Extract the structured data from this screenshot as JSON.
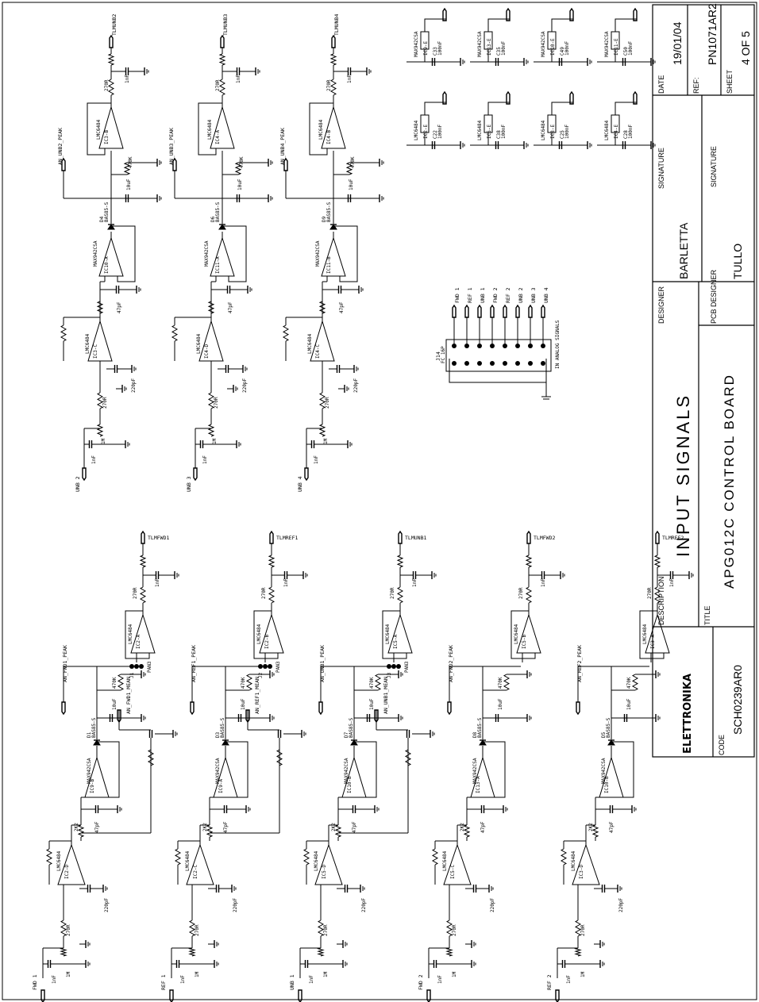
{
  "title_block": {
    "description_label": "DESCRIPTION",
    "description": "INPUT SIGNALS",
    "title_label": "TITLE",
    "title": "APG012C CONTROL BOARD",
    "code_label": "CODE",
    "code": "SCH0239AR0",
    "designer_label": "DESIGNER",
    "designer": "BARLETTA",
    "pcb_designer_label": "PCB DESIGNER",
    "pcb_designer": "TULLO",
    "signature_label": "SIGNATURE",
    "date_label": "DATE",
    "date": "19/01/04",
    "ref_label": "REF:",
    "ref": "PN1071AR2",
    "sheet_label": "SHEET",
    "sheet": "4 OF 5",
    "logo": "ELETTRONIKA"
  },
  "connector": {
    "name": "J14",
    "type": "FC 16P",
    "caption": "IN ANALOG SIGNALS",
    "pins": [
      "FWD 1",
      "REF 1",
      "UNB 1",
      "FWD 2",
      "REF 2",
      "UNB 2",
      "UNB 3",
      "UNB 4"
    ]
  },
  "channels_left": [
    {
      "input": "FWD 1",
      "peak": "AN_FWD1_PEAK",
      "mean": "AN_FWD1_MEAN",
      "tlm": "TLMFWD1",
      "amp": "IC2-D",
      "buf": "IC2-A",
      "cmp": "IC9-B",
      "diode": "D1",
      "jmp": "J1",
      "pan": "PAN3"
    },
    {
      "input": "REF 1",
      "peak": "AN_REF1_PEAK",
      "mean": "AN_REF1_MEAN",
      "tlm": "TLMREF1",
      "amp": "IC2-C",
      "buf": "IC2-B",
      "cmp": "IC9-A",
      "diode": "D3",
      "jmp": "J2",
      "pan": "PAN3"
    },
    {
      "input": "UNB 1",
      "peak": "AN_UNB1_PEAK",
      "mean": "AN_UNB1_MEAN",
      "tlm": "TLMUNB1",
      "amp": "IC5-D",
      "buf": "IC5-A",
      "cmp": "IC10-B",
      "diode": "D7",
      "jmp": "J3",
      "pan": "PAN3"
    },
    {
      "input": "FWD 2",
      "peak": "AN_FWD2_PEAK",
      "mean": "",
      "tlm": "TLMFWD2",
      "amp": "IC5-C",
      "buf": "IC5-B",
      "cmp": "IC13-A",
      "diode": "D8",
      "jmp": "",
      "pan": ""
    },
    {
      "input": "REF 2",
      "peak": "AN_REF2_PEAK",
      "mean": "",
      "tlm": "TLMREF2",
      "amp": "IC3-D",
      "buf": "IC3-A",
      "cmp": "IC10-B",
      "diode": "D5",
      "jmp": "",
      "pan": ""
    }
  ],
  "channels_right": [
    {
      "input": "UNB 2",
      "peak": "AN_UNB2_PEAK",
      "tlm": "TLMUNB2",
      "amp": "IC3-C",
      "buf": "IC3-B",
      "cmp": "IC10-A",
      "diode": "D4"
    },
    {
      "input": "UNB 3",
      "peak": "AN_UNB3_PEAK",
      "tlm": "TLMUNB3",
      "amp": "IC4-D",
      "buf": "IC4-A",
      "cmp": "IC11-A",
      "diode": "D6"
    },
    {
      "input": "UNB 4",
      "peak": "AN_UNB4_PEAK",
      "tlm": "TLMUNB4",
      "amp": "IC4-C",
      "buf": "IC4-B",
      "cmp": "IC11-B",
      "diode": "D9"
    }
  ],
  "part_labels": {
    "opamp": "LMC6484",
    "comparator": "MAX942CSA",
    "diode": "BAS85-S",
    "r_in": "1M",
    "r_series": "270R",
    "c_in": "1nF",
    "c_fb": "220pF",
    "c_comp": "47pF",
    "r_hold": "470K",
    "c_hold": "10uF",
    "c_out": "1nF",
    "r_out": "270R",
    "r_mean": "2K2"
  },
  "decoupling": [
    {
      "ic": "IC9-E",
      "part": "MAX942CSA",
      "cap": "C33",
      "value": "100nF"
    },
    {
      "ic": "IC13-E",
      "part": "MAX942CSA",
      "cap": "C35",
      "value": "100nF"
    },
    {
      "ic": "IC10-E",
      "part": "MAX942CSA",
      "cap": "C49",
      "value": "100nF"
    },
    {
      "ic": "IC11-E",
      "part": "MAX942CSA",
      "cap": "C50",
      "value": "100nF"
    },
    {
      "ic": "IC2-E",
      "part": "LMC6484",
      "cap": "C22",
      "value": "100nF"
    },
    {
      "ic": "IC5-E",
      "part": "LMC6484",
      "cap": "C38",
      "value": "100nF"
    },
    {
      "ic": "IC3-E",
      "part": "LMC6484",
      "cap": "C25",
      "value": "100nF"
    },
    {
      "ic": "IC4-E",
      "part": "LMC6484",
      "cap": "C28",
      "value": "100nF"
    }
  ]
}
